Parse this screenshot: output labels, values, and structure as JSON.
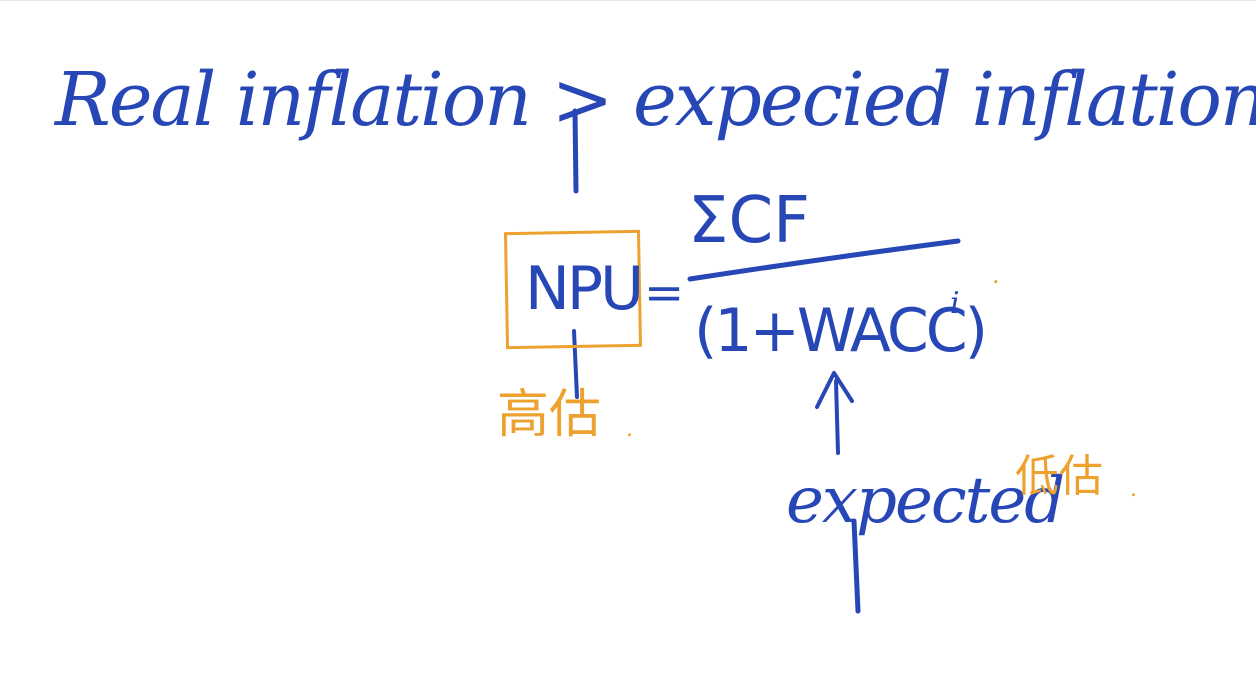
{
  "headline": "Real inflation > expecied inflation",
  "formula": {
    "lhs": "NPU",
    "equals": "=",
    "numerator": "ΣCF",
    "denominator": "(1+WACC)",
    "exponent": "i",
    "trailing_dot": "."
  },
  "annotations": {
    "high_note": "高估",
    "high_dot": ".",
    "expected_label": "expected",
    "low_note": "低估",
    "low_dot": "."
  },
  "colors": {
    "blue_ink": "#2647b5",
    "orange_ink": "#eda12f",
    "background": "#ffffff"
  }
}
